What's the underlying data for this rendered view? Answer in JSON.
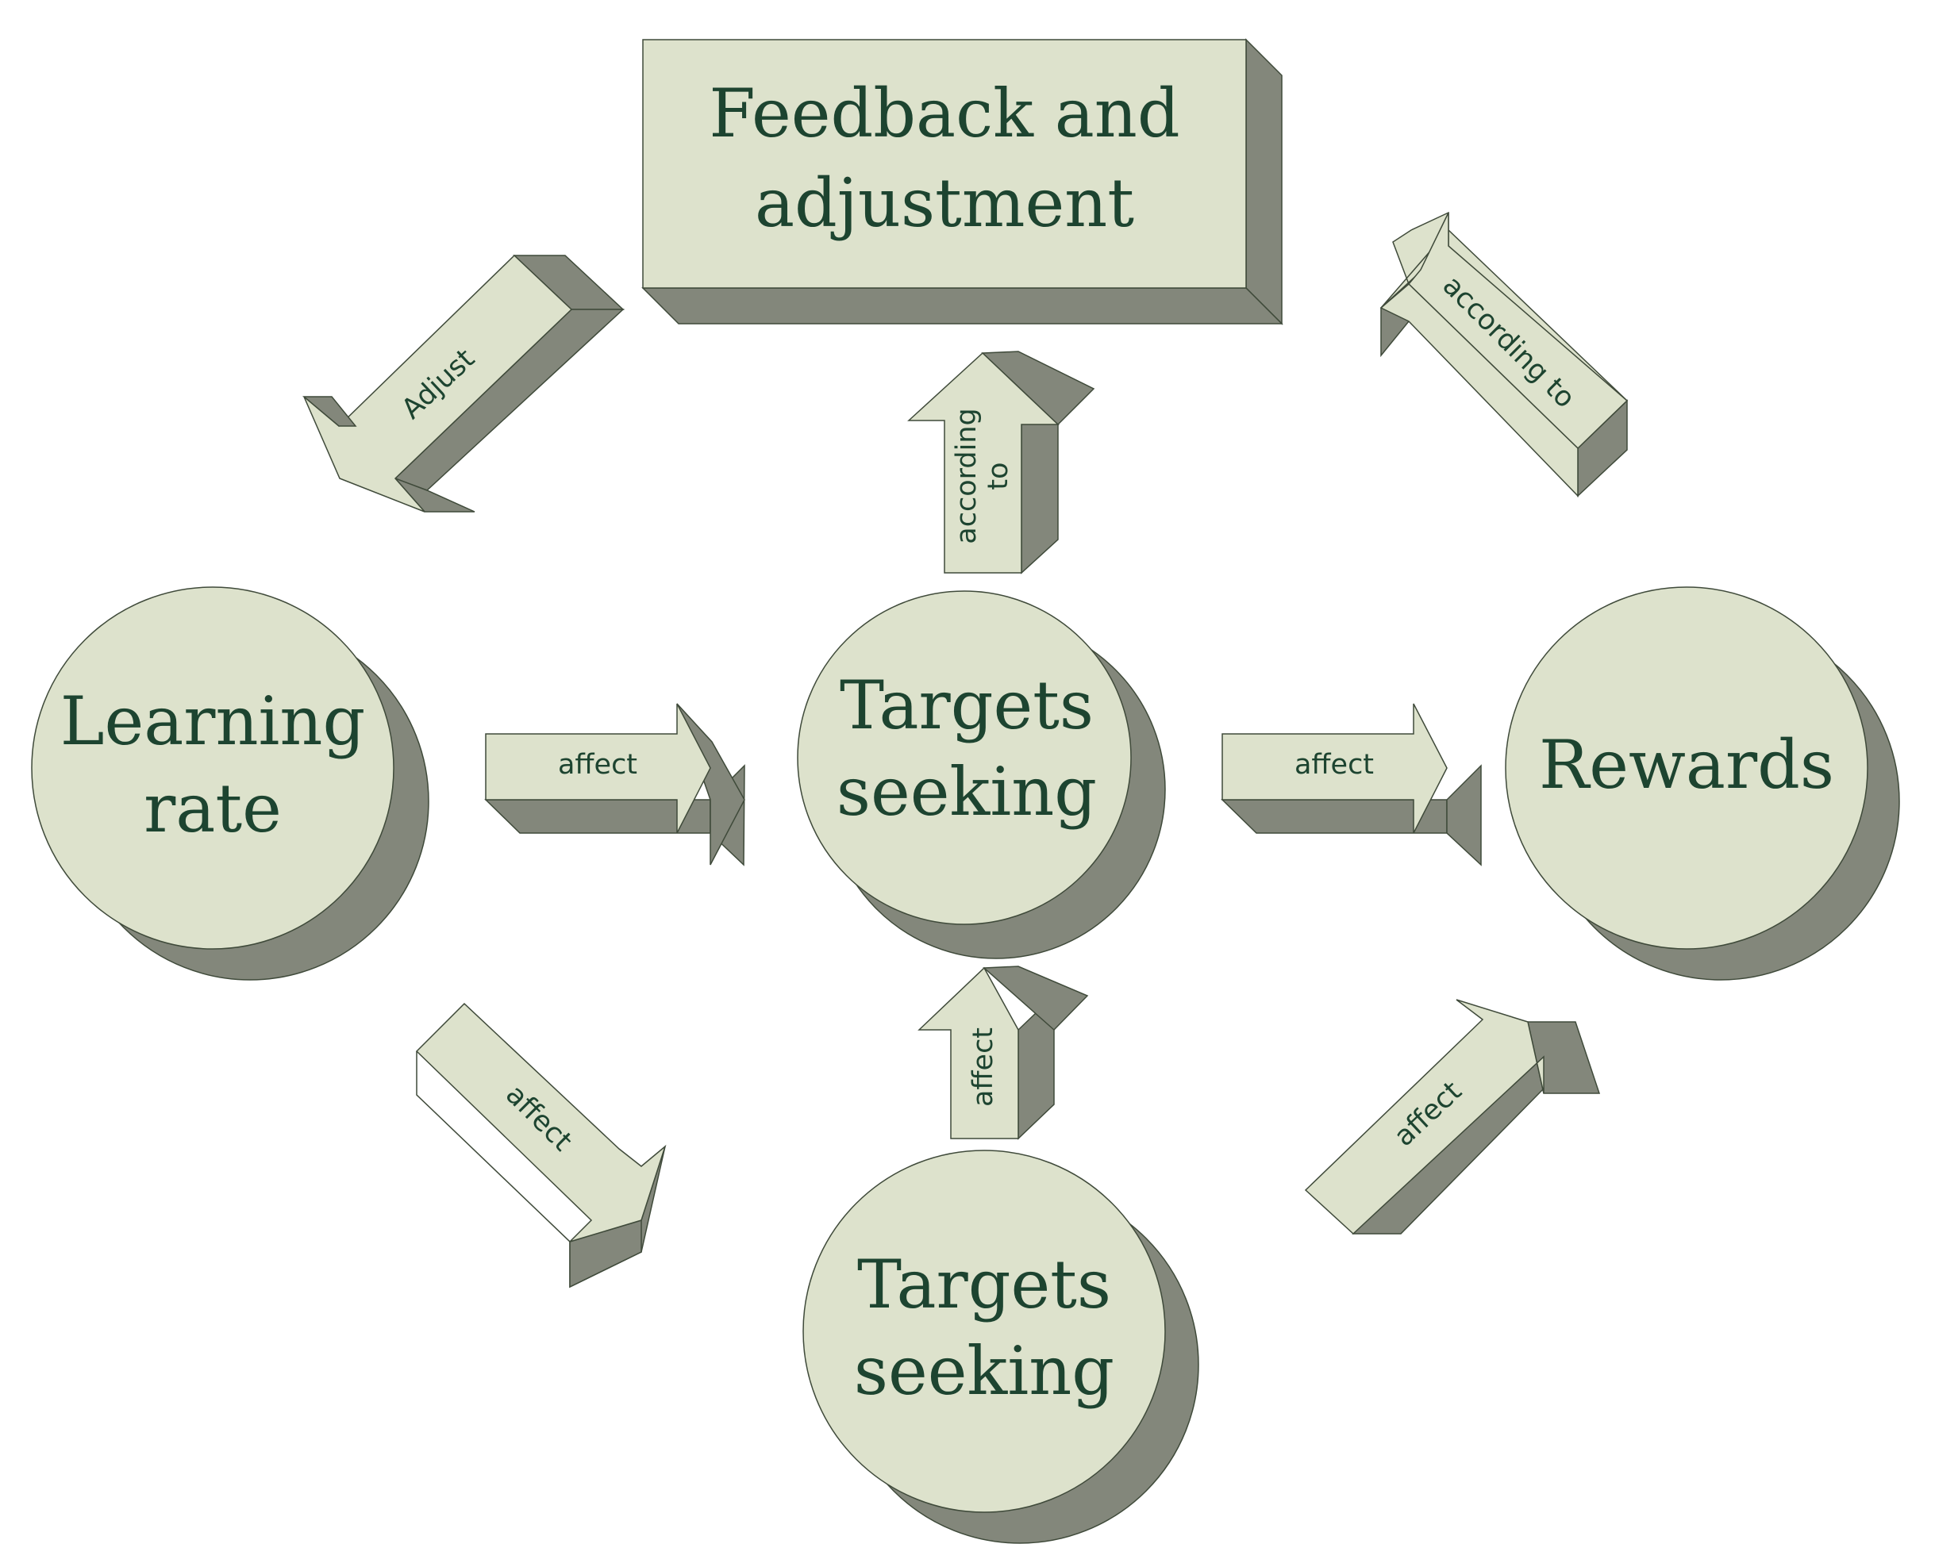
{
  "nodes": {
    "feedback": "Feedback and adjustment",
    "learning_rate": "Learning rate",
    "targets_seeking_center": "Targets seeking",
    "rewards": "Rewards",
    "targets_seeking_bottom": "Targets seeking"
  },
  "arrows": {
    "adjust": "Adjust",
    "according_center": "according to",
    "according_right": "according to",
    "affect_lr_ts": "affect",
    "affect_ts_rewards": "affect",
    "affect_lr_bottom": "affect",
    "affect_bottom_ts": "affect",
    "affect_bottom_rewards": "affect"
  },
  "colors": {
    "shape_face": "#dde2cc",
    "shape_side": "#83877b",
    "text": "#1d4430"
  }
}
